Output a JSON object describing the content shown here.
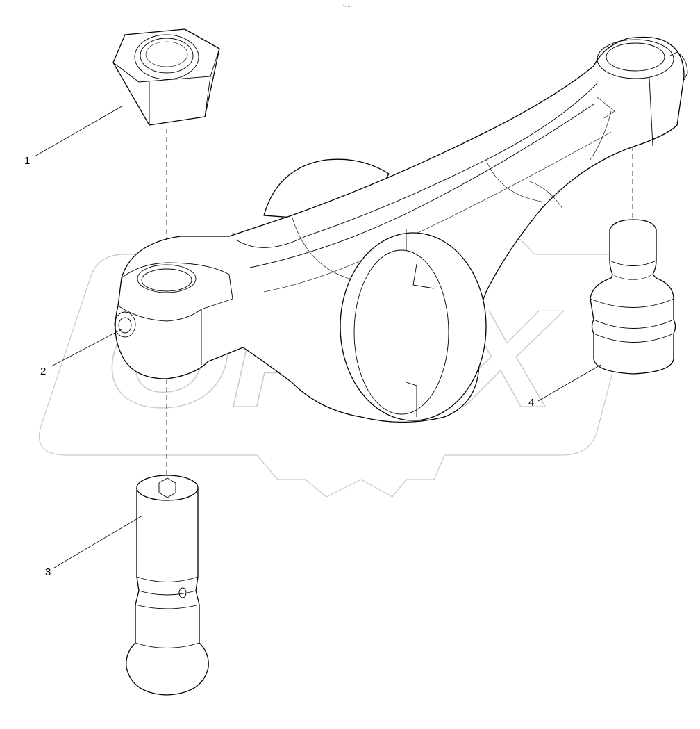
{
  "header": {
    "tiny_mark": "°• •••"
  },
  "watermark": {
    "text": "OPEX"
  },
  "callouts": [
    {
      "id": "1",
      "label": "1",
      "part": "hex-nut"
    },
    {
      "id": "2",
      "label": "2",
      "part": "rocker-arm"
    },
    {
      "id": "3",
      "label": "3",
      "part": "adjusting-screw"
    },
    {
      "id": "4",
      "label": "4",
      "part": "valve-contact-pad"
    }
  ]
}
